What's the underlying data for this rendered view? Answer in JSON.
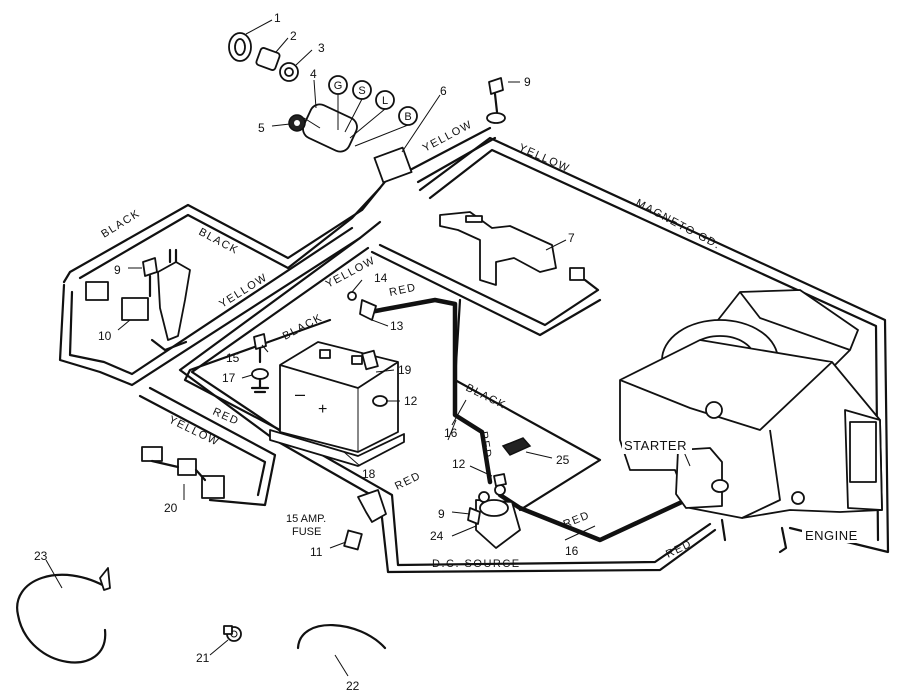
{
  "labels": {
    "yellow": "YELLOW",
    "black": "BLACK",
    "red": "RED",
    "magneto_gd": "MAGNETO GD.",
    "dc_source": "D.C. SOURCE",
    "starter": "STARTER",
    "engine": "ENGINE",
    "fuse_line1": "15 AMP.",
    "fuse_line2": "FUSE",
    "terminal_g": "G",
    "terminal_s": "S",
    "terminal_l": "L",
    "terminal_b": "B",
    "battery_minus": "–",
    "battery_plus": "+"
  },
  "part_numbers": {
    "n1": "1",
    "n2": "2",
    "n3": "3",
    "n4": "4",
    "n5": "5",
    "n6": "6",
    "n7": "7",
    "n9": "9",
    "n10": "10",
    "n11": "11",
    "n12": "12",
    "n13": "13",
    "n14": "14",
    "n15": "15",
    "n16": "16",
    "n17": "17",
    "n18": "18",
    "n19": "19",
    "n20": "20",
    "n21": "21",
    "n22": "22",
    "n23": "23",
    "n24": "24",
    "n25": "25"
  },
  "colors": {
    "ink": "#111111",
    "paper": "#ffffff"
  }
}
